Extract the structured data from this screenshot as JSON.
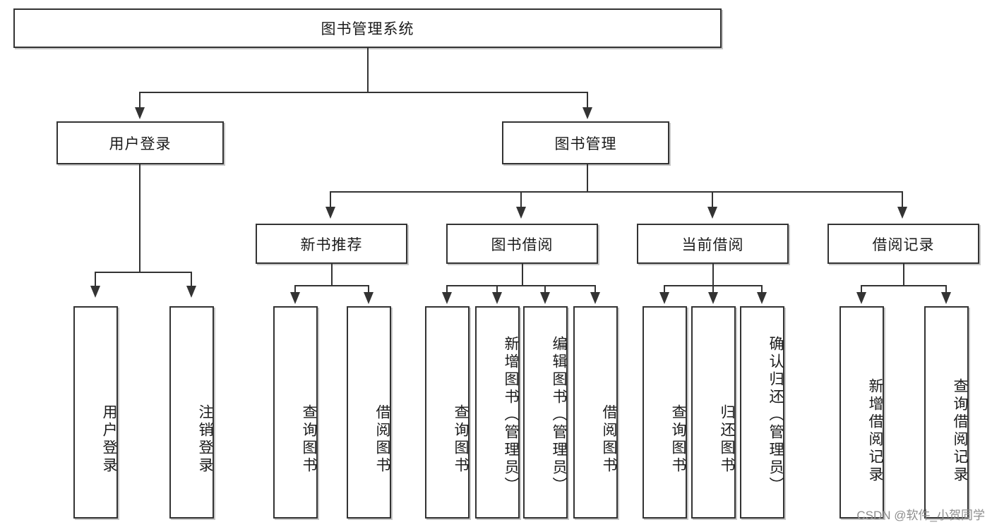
{
  "diagram": {
    "type": "tree-hierarchy",
    "root": {
      "label": "图书管理系统"
    },
    "level2": [
      {
        "label": "用户登录"
      },
      {
        "label": "图书管理"
      }
    ],
    "level3": [
      {
        "label": "新书推荐"
      },
      {
        "label": "图书借阅"
      },
      {
        "label": "当前借阅"
      },
      {
        "label": "借阅记录"
      }
    ],
    "leaves": {
      "user_login": [
        {
          "label": "用户登录"
        },
        {
          "label": "注销登录"
        }
      ],
      "new_book_recommend": [
        {
          "label": "查询图书"
        },
        {
          "label": "借阅图书"
        }
      ],
      "book_borrow": [
        {
          "label": "查询图书"
        },
        {
          "label": "新增图书（管理员）"
        },
        {
          "label": "编辑图书（管理员）"
        },
        {
          "label": "借阅图书"
        }
      ],
      "current_borrow": [
        {
          "label": "查询图书"
        },
        {
          "label": "归还图书"
        },
        {
          "label": "确认归还（管理员）"
        }
      ],
      "borrow_record": [
        {
          "label": "新增借阅记录"
        },
        {
          "label": "查询借阅记录"
        }
      ]
    }
  },
  "watermark": {
    "text": "CSDN @软件_小贺同学"
  },
  "colors": {
    "stroke": "#333333",
    "text": "#1b1b1b",
    "background": "#ffffff",
    "watermark": "#8d8d8d"
  }
}
